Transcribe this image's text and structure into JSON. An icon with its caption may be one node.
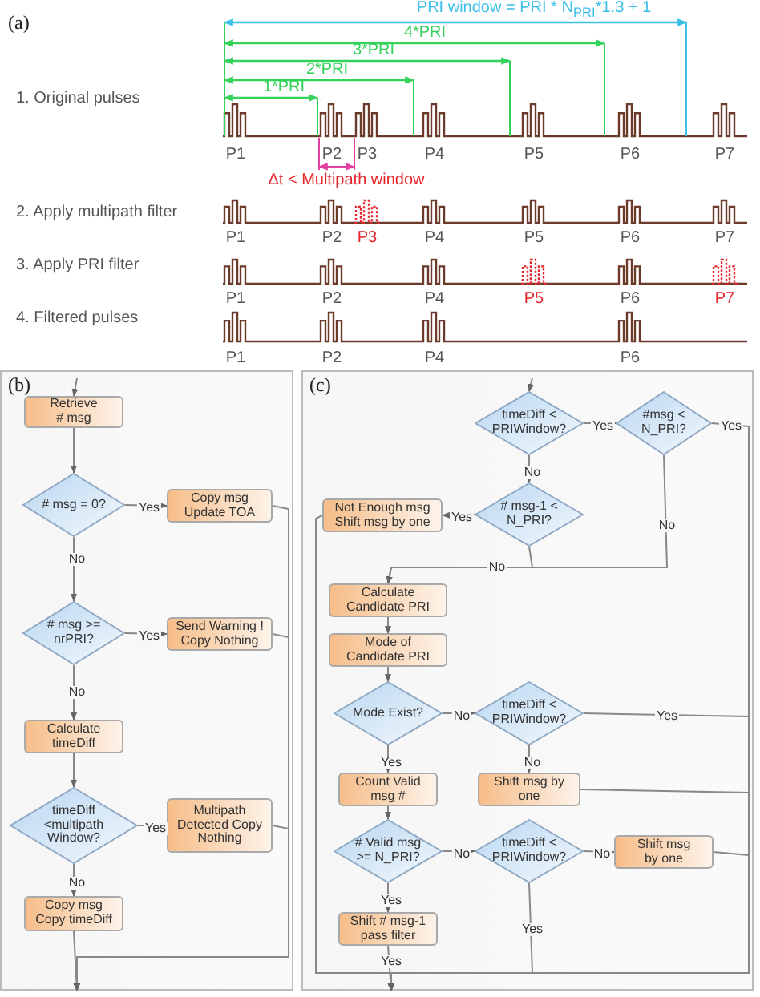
{
  "diagram": {
    "nodes": [
      {
        "text": [
          "(b)"
        ]
      },
      {
        "text": [
          "Retrieve # msg"
        ],
        "in": 0
      },
      {
        "text": [
          "# msg = 0?"
        ],
        "in": 0
      },
      {
        "text": [
          "Copy msg Update TOA"
        ],
        "in": 0
      },
      {
        "text": [
          "# msg >= nrPRI?"
        ],
        "in": 0
      },
      {
        "text": [
          "Send Warning ! Copy Nothing"
        ],
        "in": 0
      },
      {
        "text": [
          "Calculate timeDiff"
        ],
        "in": 0
      },
      {
        "text": [
          "timeDiff <multipath Window?"
        ],
        "in": 0
      },
      {
        "text": [
          "Multipath Detected Copy Nothing"
        ],
        "in": 0
      },
      {
        "text": [
          "Copy msg Copy timeDiff"
        ],
        "in": 0
      },
      {
        "text": [
          "(c)"
        ]
      },
      {
        "text": [
          "timeDiff < PRIWindow?"
        ],
        "in": 10
      },
      {
        "text": [
          "#msg < N_PRI?"
        ],
        "in": 10
      },
      {
        "text": [
          "# msg-1 < N_PRI?"
        ],
        "in": 10
      },
      {
        "text": [
          "Not Enough msg Shift msg by one"
        ],
        "in": 10
      },
      {
        "text": [
          "Calculate Candidate PRI"
        ],
        "in": 10
      },
      {
        "text": [
          "Mode of Candidate PRI"
        ],
        "in": 10
      },
      {
        "text": [
          "Mode Exist?"
        ],
        "in": 10
      },
      {
        "text": [
          "timeDiff < PRIWindow?"
        ],
        "in": 10
      },
      {
        "text": [
          "Count Valid msg #"
        ],
        "in": 10
      },
      {
        "text": [
          "Shift msg by one"
        ],
        "in": 10
      },
      {
        "text": [
          "# Valid msg >= N_PRI?"
        ],
        "in": 10
      },
      {
        "text": [
          "timeDiff < PRIWindow?"
        ],
        "in": 10
      },
      {
        "text": [
          "Shift msg by one"
        ],
        "in": 10
      },
      {
        "text": [
          "Shift # msg-1 pass filter"
        ],
        "in": 10
      }
    ],
    "edges": [
      {
        "from": null,
        "to": 1,
        "arrow": "to"
      },
      {
        "from": 1,
        "to": 2,
        "arrow": "to"
      },
      {
        "from": 2,
        "to": 3,
        "label": "Yes",
        "arrow": "to"
      },
      {
        "from": 2,
        "to": 4,
        "label": "No",
        "arrow": "to"
      },
      {
        "from": 4,
        "to": 5,
        "label": "Yes",
        "arrow": "to"
      },
      {
        "from": 4,
        "to": 6,
        "label": "No",
        "arrow": "to"
      },
      {
        "from": 6,
        "to": 7,
        "arrow": "to"
      },
      {
        "from": 7,
        "to": 8,
        "label": "Yes",
        "arrow": "to"
      },
      {
        "from": 7,
        "to": 9,
        "label": "No",
        "arrow": "to"
      },
      {
        "from": 3,
        "to": null,
        "arrow": "to"
      },
      {
        "from": 5,
        "to": null,
        "arrow": "to"
      },
      {
        "from": 8,
        "to": null,
        "arrow": "to"
      },
      {
        "from": 9,
        "to": null,
        "arrow": "to"
      },
      {
        "from": null,
        "to": 11,
        "arrow": "to"
      },
      {
        "from": 11,
        "to": 12,
        "label": "Yes",
        "arrow": "to"
      },
      {
        "from": 12,
        "to": null,
        "label": "Yes",
        "arrow": "to"
      },
      {
        "from": 11,
        "to": 13,
        "label": "No",
        "arrow": "to"
      },
      {
        "from": 13,
        "to": 14,
        "label": "Yes",
        "arrow": "to"
      },
      {
        "from": 13,
        "to": 15,
        "label": "No",
        "arrow": "to"
      },
      {
        "from": 12,
        "to": 15,
        "label": "No",
        "arrow": "to"
      },
      {
        "from": 14,
        "to": null,
        "arrow": "to"
      },
      {
        "from": 15,
        "to": 16,
        "arrow": "to"
      },
      {
        "from": 16,
        "to": 17,
        "arrow": "to"
      },
      {
        "from": 17,
        "to": 18,
        "label": "No",
        "arrow": "to"
      },
      {
        "from": 17,
        "to": 19,
        "label": "Yes",
        "arrow": "to"
      },
      {
        "from": 18,
        "to": null,
        "label": "Yes",
        "arrow": "to"
      },
      {
        "from": 18,
        "to": 20,
        "label": "No",
        "arrow": "to"
      },
      {
        "from": 20,
        "to": null,
        "arrow": "to"
      },
      {
        "from": 19,
        "to": 21,
        "arrow": "to"
      },
      {
        "from": 21,
        "to": 22,
        "label": "No",
        "arrow": "to"
      },
      {
        "from": 21,
        "to": 24,
        "label": "Yes",
        "arrow": "to"
      },
      {
        "from": 22,
        "to": 23,
        "label": "No",
        "arrow": "to"
      },
      {
        "from": 22,
        "to": null,
        "label": "Yes",
        "arrow": "to"
      },
      {
        "from": 23,
        "to": null,
        "arrow": "to"
      },
      {
        "from": 24,
        "to": null,
        "label": "Yes",
        "arrow": "to"
      }
    ],
    "labels": [
      "(a)",
      "PRI window  = PRI * N$_{PRI}$*1.3 + 1",
      "4*PRI",
      "3*PRI",
      "2*PRI",
      "1*PRI",
      "1. Original pulses",
      "P1",
      "P2",
      "P3",
      "P4",
      "P5",
      "P6",
      "P7",
      "Δt < Multipath window",
      "2. Apply multipath filter",
      "P1",
      "P2",
      "P3",
      "P4",
      "P5",
      "P6",
      "P7",
      "3. Apply PRI filter",
      "P1",
      "P2",
      "P4",
      "P5",
      "P6",
      "P7",
      "4. Filtered pulses",
      "P1",
      "P2",
      "P4",
      "P6"
    ]
  }
}
